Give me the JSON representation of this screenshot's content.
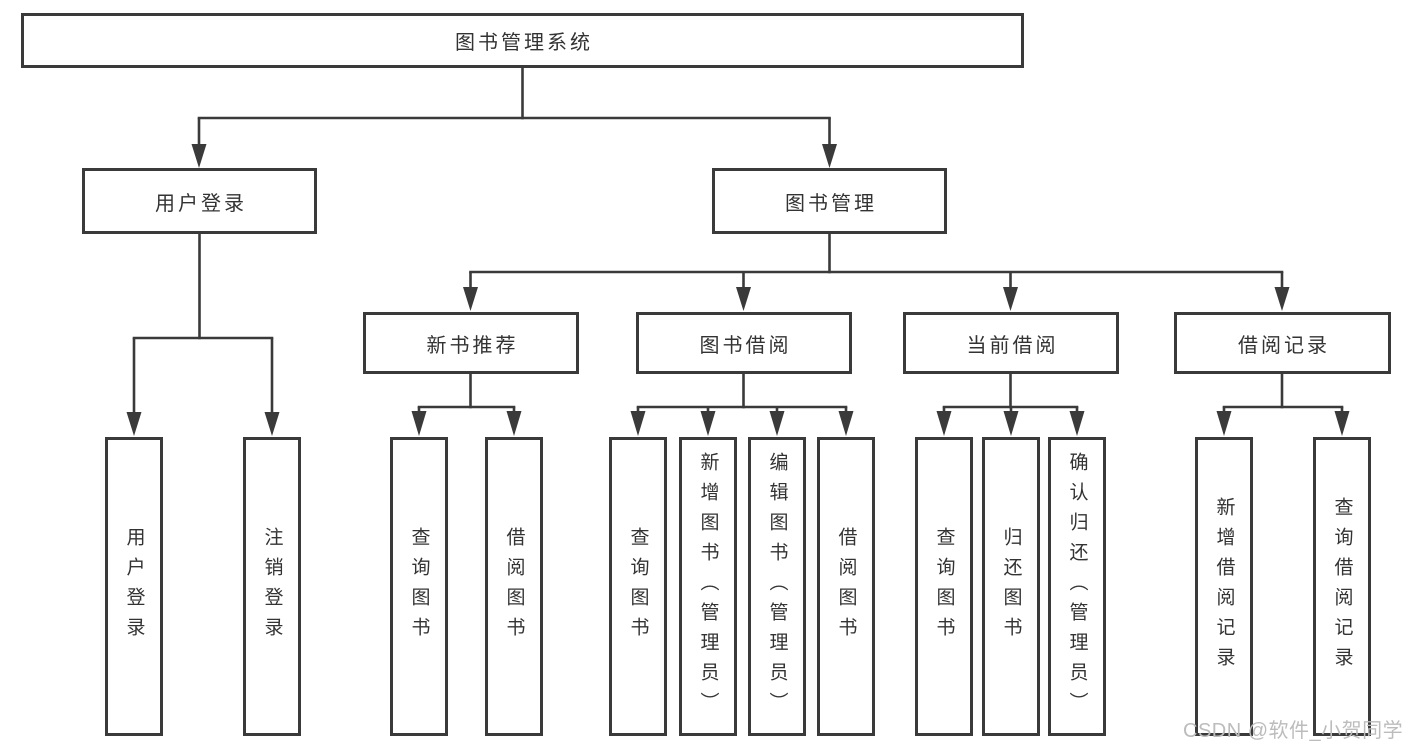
{
  "diagram": {
    "title_node": "图书管理系统",
    "watermark": "CSDN @软件_小贺同学",
    "colors": {
      "line": "#3a3a3a",
      "text": "#333333",
      "background": "#ffffff",
      "watermark": "#bcbcbc"
    },
    "nodes": {
      "root": {
        "label": "图书管理系统"
      },
      "user_login": {
        "label": "用户登录"
      },
      "book_mgmt": {
        "label": "图书管理"
      },
      "new_book_rec": {
        "label": "新书推荐"
      },
      "book_borrow": {
        "label": "图书借阅"
      },
      "current_borrow": {
        "label": "当前借阅"
      },
      "borrow_records": {
        "label": "借阅记录"
      },
      "leaf_user_login": {
        "label": "用户登录"
      },
      "leaf_logout": {
        "label": "注销登录"
      },
      "leaf_rec_query_book": {
        "label": "查询图书"
      },
      "leaf_rec_borrow_book": {
        "label": "借阅图书"
      },
      "leaf_bb_query_book": {
        "label": "查询图书"
      },
      "leaf_bb_add_book": {
        "label": "新增图书（管理员）"
      },
      "leaf_bb_edit_book": {
        "label": "编辑图书（管理员）"
      },
      "leaf_bb_borrow_book": {
        "label": "借阅图书"
      },
      "leaf_cb_query_book": {
        "label": "查询图书"
      },
      "leaf_cb_return_book": {
        "label": "归还图书"
      },
      "leaf_cb_confirm_return": {
        "label": "确认归还（管理员）"
      },
      "leaf_br_add_record": {
        "label": "新增借阅记录"
      },
      "leaf_br_query_record": {
        "label": "查询借阅记录"
      }
    },
    "edges": [
      {
        "from": "图书管理系统",
        "to": "用户登录"
      },
      {
        "from": "图书管理系统",
        "to": "图书管理"
      },
      {
        "from": "用户登录",
        "to": "用户登录"
      },
      {
        "from": "用户登录",
        "to": "注销登录"
      },
      {
        "from": "图书管理",
        "to": "新书推荐"
      },
      {
        "from": "图书管理",
        "to": "图书借阅"
      },
      {
        "from": "图书管理",
        "to": "当前借阅"
      },
      {
        "from": "图书管理",
        "to": "借阅记录"
      },
      {
        "from": "新书推荐",
        "to": "查询图书"
      },
      {
        "from": "新书推荐",
        "to": "借阅图书"
      },
      {
        "from": "图书借阅",
        "to": "查询图书"
      },
      {
        "from": "图书借阅",
        "to": "新增图书（管理员）"
      },
      {
        "from": "图书借阅",
        "to": "编辑图书（管理员）"
      },
      {
        "from": "图书借阅",
        "to": "借阅图书"
      },
      {
        "from": "当前借阅",
        "to": "查询图书"
      },
      {
        "from": "当前借阅",
        "to": "归还图书"
      },
      {
        "from": "当前借阅",
        "to": "确认归还（管理员）"
      },
      {
        "from": "借阅记录",
        "to": "新增借阅记录"
      },
      {
        "from": "借阅记录",
        "to": "查询借阅记录"
      }
    ]
  }
}
